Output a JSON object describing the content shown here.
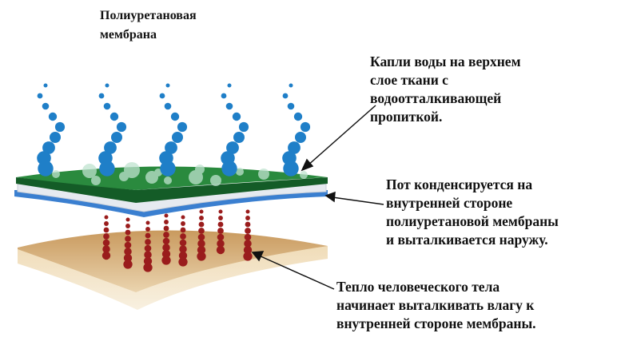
{
  "title": "Полиуретановая\nмембрана",
  "labels": {
    "water_drops": "Капли воды на верхнем\nслое ткани с\nводоотталкивающей\nпропиткой.",
    "sweat": "Пот конденсируется на\nвнутренней стороне\nполиуретановой мембраны\nи выталкивается наружу.",
    "heat": "Тепло человеческого тела\nначинает выталкивать влагу к\nвнутренней стороне мембраны."
  },
  "colors": {
    "outer_fabric": "#1f7a35",
    "membrane": "#3a7fd0",
    "water": "#1f7fc8",
    "sweat": "#9a1c1c",
    "skin": "#e2c79a"
  }
}
